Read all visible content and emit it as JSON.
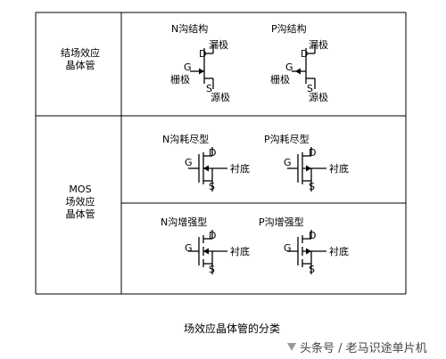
{
  "rows": [
    {
      "label_lines": [
        "结场效应",
        "晶体管"
      ]
    },
    {
      "label_lines": [
        "MOS",
        "场效应",
        "晶体管"
      ]
    }
  ],
  "jfet_n": {
    "title": "N沟结构",
    "drain": "D",
    "gate": "G",
    "source": "S",
    "drain_name": "漏极",
    "gate_name": "栅极",
    "source_name": "源极"
  },
  "jfet_p": {
    "title": "P沟结构",
    "drain": "D",
    "gate": "G",
    "source": "S",
    "drain_name": "漏极",
    "gate_name": "栅极",
    "source_name": "源极"
  },
  "mos_dep_n": {
    "title": "N沟耗尽型",
    "drain": "D",
    "gate": "G",
    "source": "S",
    "substrate": "衬底"
  },
  "mos_dep_p": {
    "title": "P沟耗尽型",
    "drain": "D",
    "gate": "G",
    "source": "S",
    "substrate": "衬底"
  },
  "mos_enh_n": {
    "title": "N沟增强型",
    "drain": "D",
    "gate": "G",
    "source": "S",
    "substrate": "衬底"
  },
  "mos_enh_p": {
    "title": "P沟增强型",
    "drain": "D",
    "gate": "G",
    "source": "S",
    "substrate": "衬底"
  },
  "caption": "场效应晶体管的分类",
  "watermark": "头条号 / 老马识途单片机"
}
